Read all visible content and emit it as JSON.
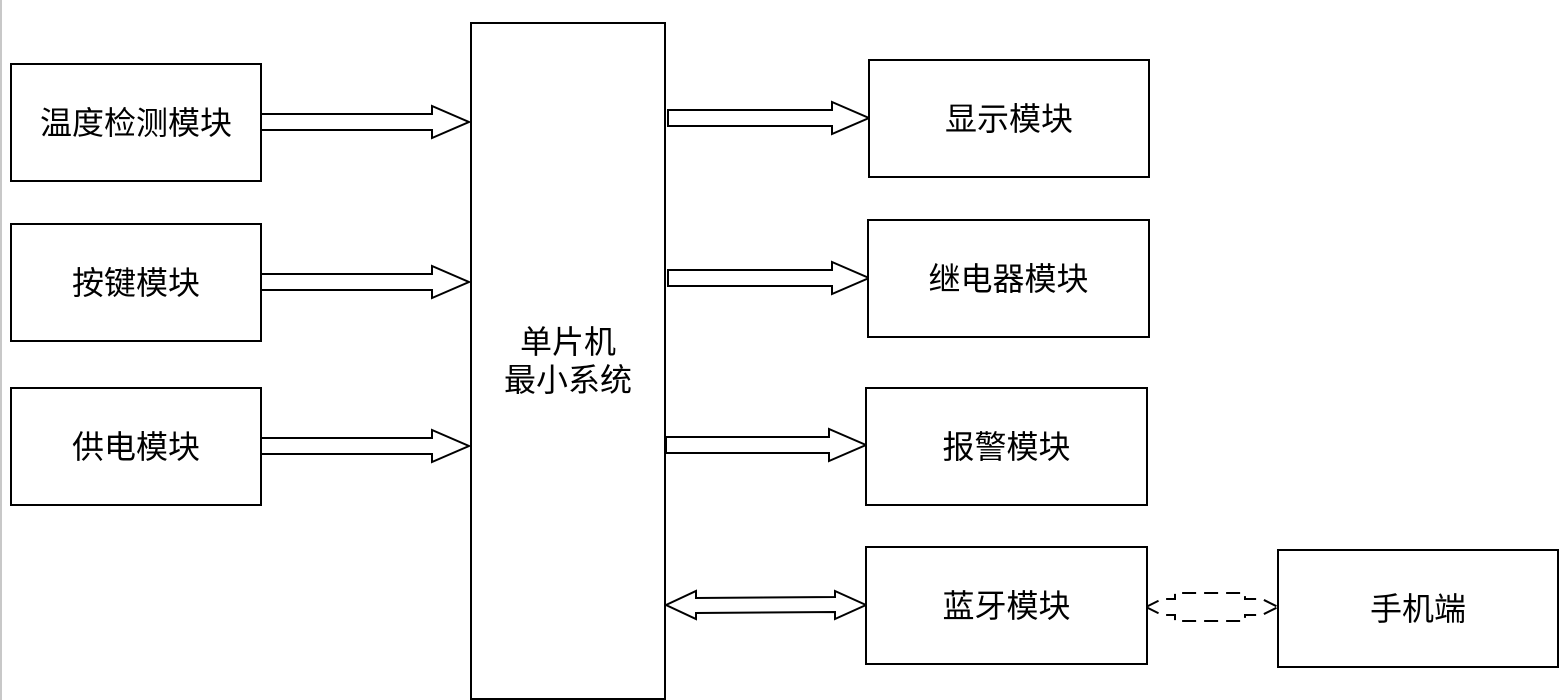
{
  "diagram": {
    "mcu": {
      "line1": "单片机",
      "line2": "最小系统"
    },
    "inputs": [
      {
        "label": "温度检测模块"
      },
      {
        "label": "按键模块"
      },
      {
        "label": "供电模块"
      }
    ],
    "outputs": [
      {
        "label": "显示模块"
      },
      {
        "label": "继电器模块"
      },
      {
        "label": "报警模块"
      }
    ],
    "bluetooth": {
      "label": "蓝牙模块"
    },
    "phone": {
      "label": "手机端"
    }
  },
  "colors": {
    "stroke": "#000000",
    "background": "#ffffff"
  }
}
